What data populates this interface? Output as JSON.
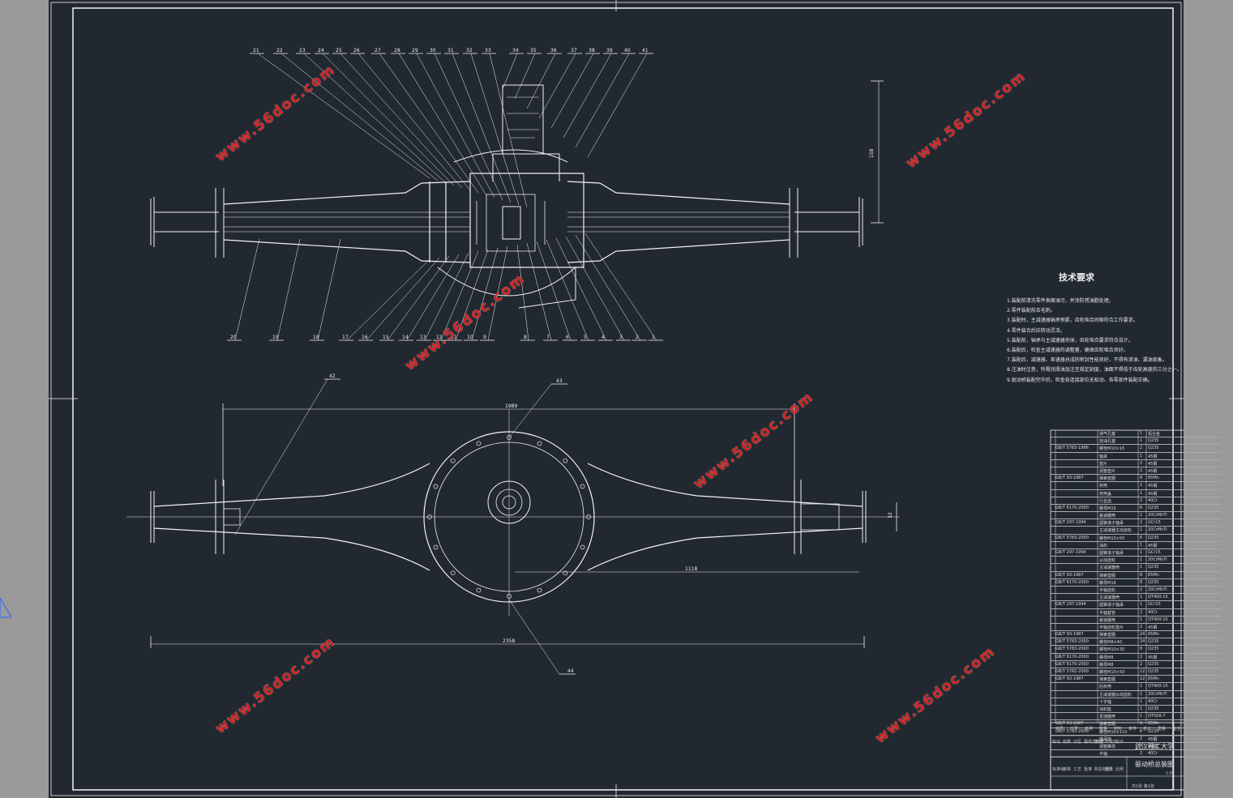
{
  "drawing": {
    "top_view_callouts": [
      "21",
      "22",
      "23",
      "24",
      "25",
      "26",
      "27",
      "28",
      "29",
      "30",
      "31",
      "32",
      "33",
      "34",
      "35",
      "36",
      "37",
      "38",
      "39",
      "40",
      "41"
    ],
    "bottom_callouts": [
      "20",
      "19",
      "18",
      "17",
      "16",
      "15",
      "14",
      "13",
      "12",
      "11",
      "10",
      "9",
      "8",
      "7",
      "6",
      "5",
      "4",
      "3",
      "2",
      "1"
    ],
    "extra_callouts": [
      "42",
      "43",
      "44"
    ],
    "dimensions": {
      "height_dim": "158",
      "width_top": "1989",
      "dim_right": "1118",
      "overall": "2358",
      "shaft": "32"
    }
  },
  "watermark": "www.56doc.com",
  "tech_requirements": {
    "title": "技术要求",
    "items": [
      "1.装配前清洗零件表面油污，并涂防锈油脂处理。",
      "2.零件装配前去毛刺。",
      "3.装配时，主减速器轴承预紧，齿轮啮合间隙符合工作要求。",
      "4.零件装合后应转动灵活。",
      "5.装配前，轴承与主减速器壳体，齿轮啮合要求符合设计。",
      "6.装配后，检查主减速器的调整量，确保齿轮啮合良好。",
      "7.装配后，减速器、差速器总成的密封性能良好，不得有渗油、漏油现象。",
      "8.注油时注意，所需润滑油加注至规定刻度，油面不得低于齿轮高度的三分之一。",
      "9.驱动桥装配完毕后，检查各连接部位无松动、各零部件装配正确。"
    ]
  },
  "bom": [
    [
      "",
      "通气孔塞",
      "1",
      "铝合金"
    ],
    [
      "",
      "放油孔塞",
      "1",
      "Q235"
    ],
    [
      "GB/T 5783-1986",
      "螺栓M10×16",
      "2",
      "Q235"
    ],
    [
      "",
      "轴承",
      "1",
      "45钢"
    ],
    [
      "",
      "垫片",
      "2",
      "45钢"
    ],
    [
      "",
      "调整垫片",
      "2",
      "45钢"
    ],
    [
      "GB/T 93-1987",
      "弹簧垫圈",
      "8",
      "65Mn"
    ],
    [
      "",
      "桥壳",
      "1",
      "45钢"
    ],
    [
      "",
      "桥壳盖",
      "1",
      "45钢"
    ],
    [
      "",
      "行星齿",
      "2",
      "40Cr"
    ],
    [
      "GB/T 6170-2000",
      "螺母M10",
      "6",
      "Q235"
    ],
    [
      "",
      "差速器壳",
      "1",
      "20CrMnTi"
    ],
    [
      "GB/T 297-1994",
      "圆锥滚子轴承",
      "2",
      "GCr15"
    ],
    [
      "",
      "主减速器主动齿轮",
      "1",
      "20CrMnTi"
    ],
    [
      "GB/T 5783-2000",
      "螺栓M10×50",
      "6",
      "Q235"
    ],
    [
      "",
      "油封",
      "1",
      "45钢"
    ],
    [
      "GB/T 297-1994",
      "圆锥滚子轴承",
      "1",
      "GCr15"
    ],
    [
      "",
      "从动齿轮",
      "1",
      "20CrMnTi"
    ],
    [
      "",
      "主减速器壳",
      "1",
      "Q235"
    ],
    [
      "GB/T 93-1987",
      "弹簧垫圈",
      "8",
      "65Mn"
    ],
    [
      "GB/T 6170-2000",
      "螺母M16",
      "8",
      "Q235"
    ],
    [
      "",
      "半轴齿轮",
      "2",
      "20CrMnTi"
    ],
    [
      "",
      "主减速器壳",
      "1",
      "QT400-15"
    ],
    [
      "GB/T 297-1994",
      "圆锥滚子轴承",
      "1",
      "GCr15"
    ],
    [
      "",
      "半轴套管",
      "2",
      "40Cr"
    ],
    [
      "",
      "差速器壳",
      "1",
      "QT400-15"
    ],
    [
      "",
      "半轴齿轮垫片",
      "2",
      "45钢"
    ],
    [
      "GB/T 93-1987",
      "弹簧垫圈",
      "24",
      "65Mn"
    ],
    [
      "GB/T 5783-2000",
      "螺栓M8×40",
      "24",
      "Q235"
    ],
    [
      "GB/T 5783-2000",
      "螺栓M10×30",
      "8",
      "Q235"
    ],
    [
      "GB/T 6170-2000",
      "螺母M8",
      "2",
      "45钢"
    ],
    [
      "GB/T 6170-2000",
      "螺母M8",
      "2",
      "Q235"
    ],
    [
      "GB/T 5782-2000",
      "螺栓M10×50",
      "12",
      "Q235"
    ],
    [
      "GB/T 93-1987",
      "弹簧垫圈",
      "12",
      "65Mn"
    ],
    [
      "",
      "后桥壳",
      "1",
      "QT400-15"
    ],
    [
      "",
      "主减速器从动齿轮",
      "1",
      "20CrMnTi"
    ],
    [
      "",
      "十字轴",
      "1",
      "40Cr"
    ],
    [
      "",
      "油封座",
      "1",
      "Q235"
    ],
    [
      "",
      "贯通器壳",
      "1",
      "QT500-7"
    ],
    [
      "GB/T 93-1987",
      "弹簧垫圈",
      "6",
      "65Mn"
    ],
    [
      "GB/T 5782-2000",
      "螺栓M10×110",
      "6",
      "Q235"
    ],
    [
      "",
      "轴承座",
      "2",
      "45钢"
    ],
    [
      "",
      "调整螺母",
      "2",
      "45钢"
    ],
    [
      "",
      "半轴",
      "2",
      "40Cr"
    ]
  ],
  "title_block": {
    "school": "武汉理工大学",
    "drawing_name": "驱动桥总装图",
    "headers": [
      "序号",
      "代号",
      "名称",
      "数量",
      "材料",
      "单件",
      "总计",
      "重量",
      "备注"
    ],
    "sheet": "共1张 第1张",
    "scale": "1:5",
    "labels": [
      "标记",
      "处数",
      "分区",
      "更改文件号",
      "签名",
      "年月日",
      "设计",
      "标准化",
      "审核",
      "工艺",
      "批准",
      "阶段标记",
      "重量",
      "比例"
    ]
  }
}
